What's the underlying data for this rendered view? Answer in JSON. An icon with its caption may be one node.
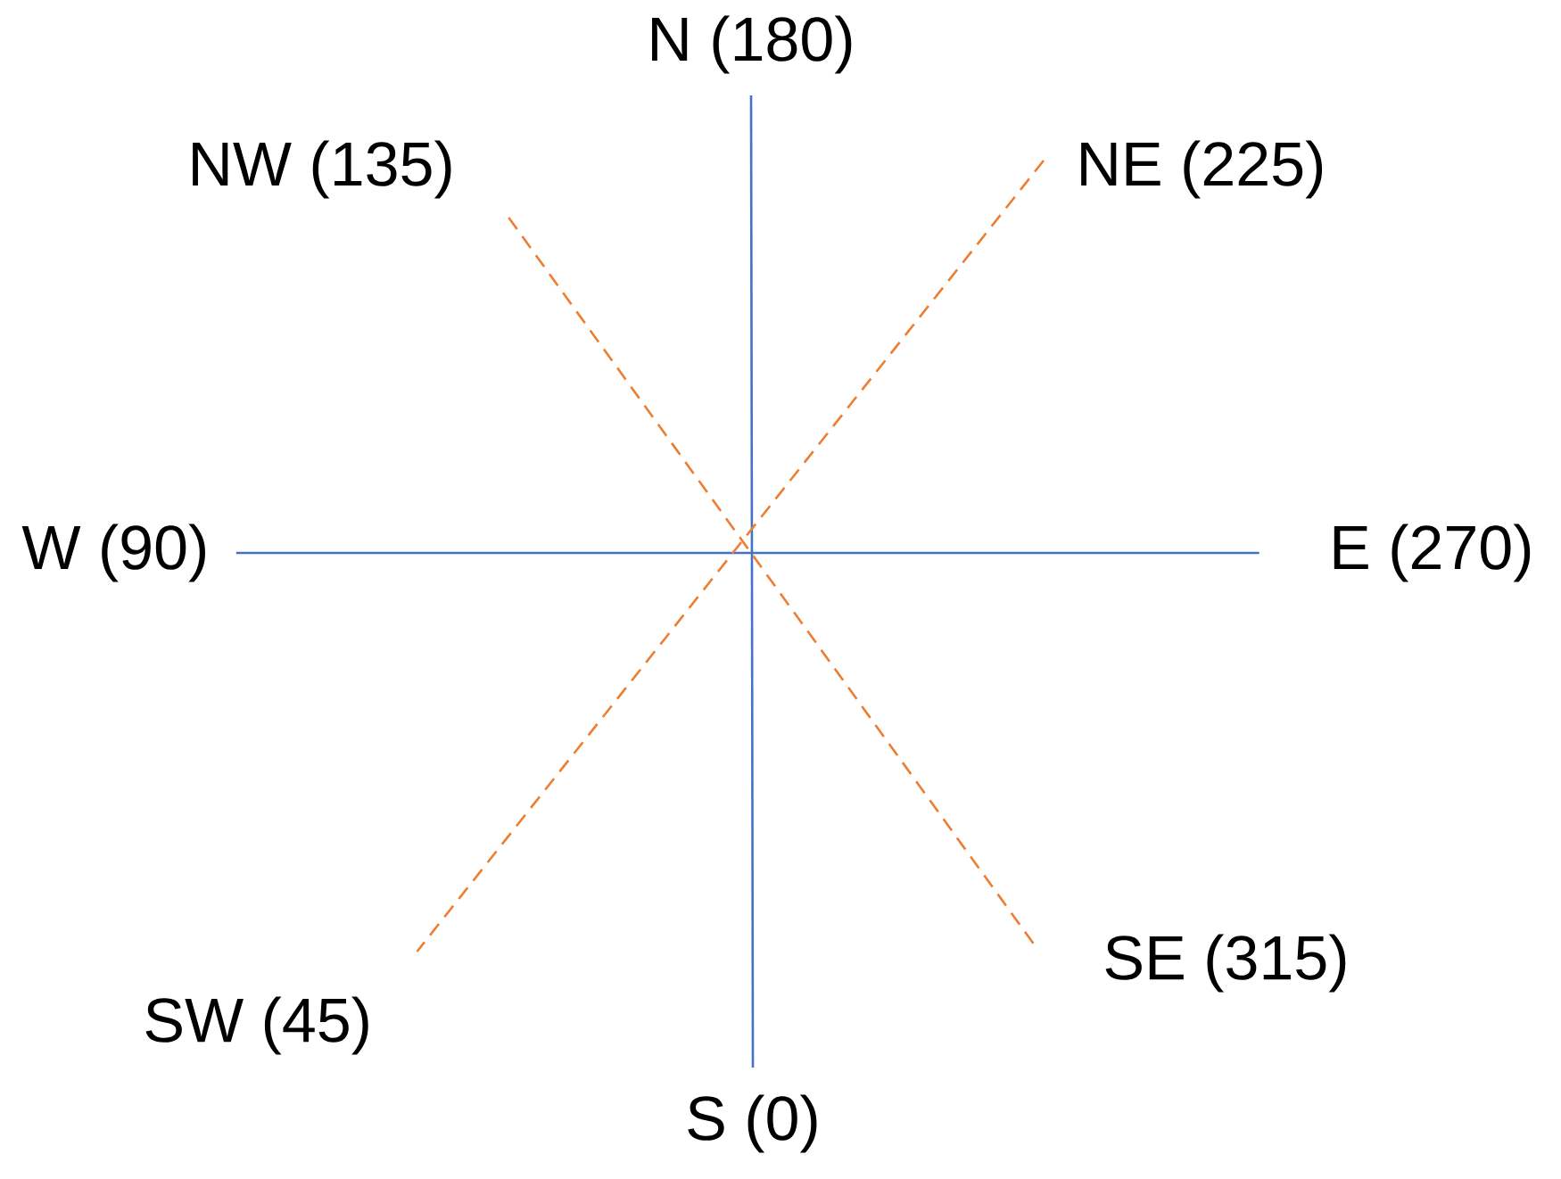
{
  "diagram": {
    "nodes": [
      {
        "text": [
          "N (180)"
        ]
      },
      {
        "text": [
          "NW (135)"
        ]
      },
      {
        "text": [
          "NE (225)"
        ]
      },
      {
        "text": [
          "W (90)"
        ]
      },
      {
        "text": [
          "E (270)"
        ]
      },
      {
        "text": [
          "SE (315)"
        ]
      },
      {
        "text": [
          "SW (45)"
        ]
      },
      {
        "text": [
          "S (0)"
        ]
      }
    ],
    "edges": [
      {
        "from": 0,
        "to": 7,
        "arrow": "none",
        "color": "#4472c4"
      },
      {
        "from": 3,
        "to": 4,
        "arrow": "none",
        "color": "#4472c4"
      },
      {
        "from": 2,
        "to": 6,
        "arrow": "none",
        "style": "dashed",
        "color": "#ed7d31"
      },
      {
        "from": 1,
        "to": 5,
        "arrow": "none",
        "style": "dashed",
        "color": "#ed7d31"
      }
    ]
  }
}
